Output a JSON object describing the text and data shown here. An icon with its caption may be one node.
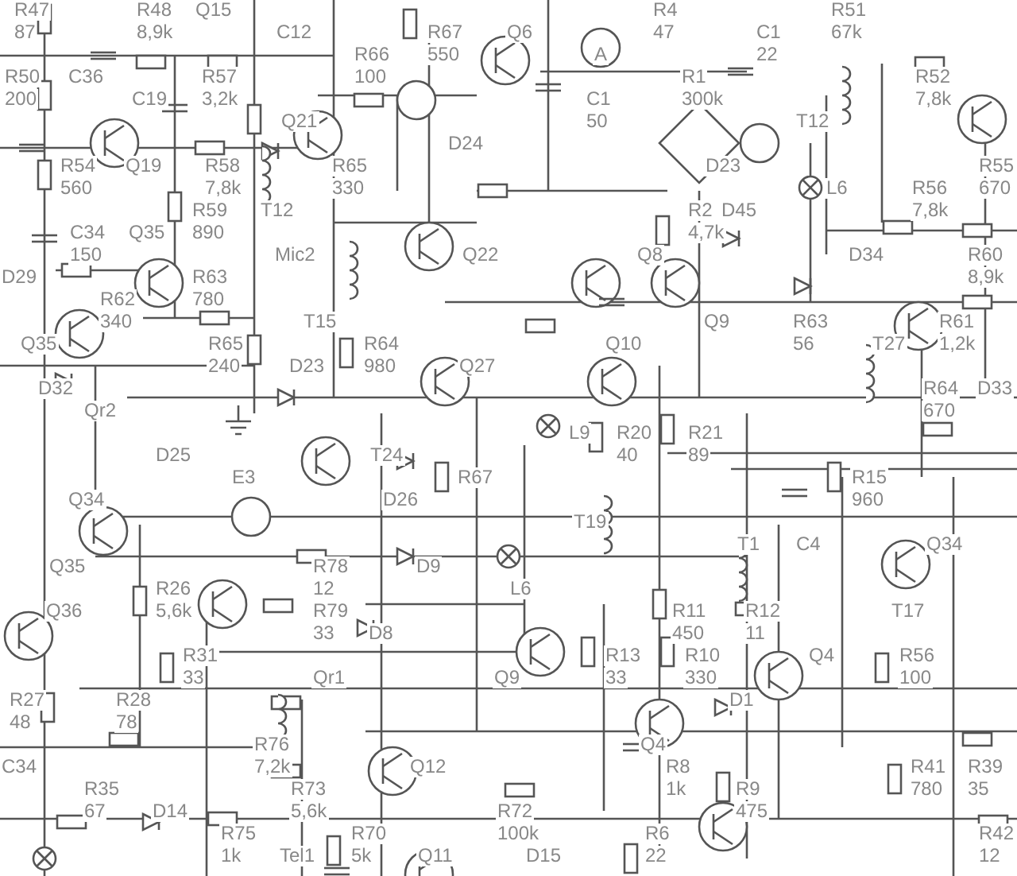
{
  "diagram": {
    "labels": [
      "R47",
      "R48",
      "Q15",
      "R4",
      "R51",
      "87",
      "8,9k",
      "C12",
      "R67",
      "Q6",
      "47",
      "C1",
      "67k",
      "R66",
      "550",
      "A",
      "22",
      "R50",
      "C36",
      "R57",
      "100",
      "R1",
      "R52",
      "200",
      "C19",
      "3,2k",
      "C1",
      "300k",
      "7,8k",
      "Q21",
      "50",
      "T12",
      "D24",
      "R54",
      "Q19",
      "R58",
      "R65",
      "D23",
      "R55",
      "560",
      "7,8k",
      "330",
      "L6",
      "R56",
      "670",
      "R59",
      "T12",
      "R2",
      "D45",
      "7,8k",
      "C34",
      "Q35",
      "890",
      "4,7k",
      "150",
      "Mic2",
      "Q22",
      "Q8",
      "D34",
      "R60",
      "D29",
      "R63",
      "8,9k",
      "R62",
      "780",
      "340",
      "T15",
      "Q9",
      "R63",
      "R61",
      "Q35",
      "R65",
      "R64",
      "Q10",
      "56",
      "T27",
      "1,2k",
      "240",
      "D23",
      "980",
      "Q27",
      "D32",
      "R64",
      "D33",
      "Qr2",
      "670",
      "L9",
      "R20",
      "R21",
      "D25",
      "T24",
      "40",
      "89",
      "E3",
      "R67",
      "R15",
      "Q34",
      "D26",
      "960",
      "T19",
      "T1",
      "C4",
      "Q34",
      "Q35",
      "R78",
      "D9",
      "R26",
      "12",
      "L6",
      "Q36",
      "5,6k",
      "R79",
      "R11",
      "R12",
      "T17",
      "33",
      "D8",
      "450",
      "11",
      "R31",
      "R13",
      "R10",
      "Q4",
      "R56",
      "33",
      "Qr1",
      "Q9",
      "33",
      "330",
      "100",
      "R27",
      "R28",
      "D1",
      "48",
      "78",
      "R76",
      "Q4",
      "C34",
      "7,2k",
      "Q12",
      "R8",
      "R41",
      "R39",
      "R35",
      "R73",
      "1k",
      "R9",
      "780",
      "35",
      "67",
      "D14",
      "5,6k",
      "R72",
      "475",
      "R75",
      "R70",
      "100k",
      "R6",
      "R42",
      "1k",
      "Tel1",
      "5k",
      "Q11",
      "D15",
      "22",
      "12"
    ]
  }
}
